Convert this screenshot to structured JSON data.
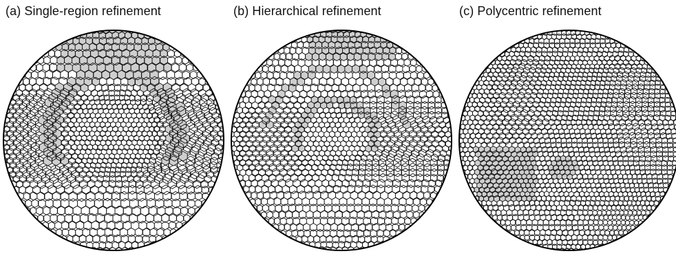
{
  "figure": {
    "panels": [
      {
        "id": "a",
        "caption": "(a) Single-region refinement",
        "mesh": "single-region"
      },
      {
        "id": "b",
        "caption": "(b) Hierarchical refinement",
        "mesh": "hierarchical"
      },
      {
        "id": "c",
        "caption": "(c) Polycentric refinement",
        "mesh": "polycentric"
      }
    ],
    "colors": {
      "cell_fill": "#ffffff",
      "highlight_fill": "#cfcfcf",
      "cell_edge": "#111111",
      "sphere_outline": "#000000"
    }
  }
}
